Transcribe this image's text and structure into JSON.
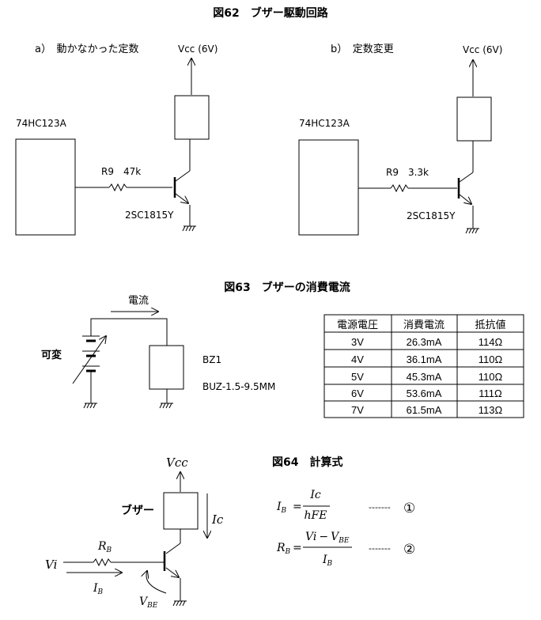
{
  "fig62": {
    "title": "図62　ブザー駆動回路",
    "a": {
      "caption": "a）　動かなかった定数",
      "ic": "74HC123A",
      "r_label": "R9　47k",
      "transistor": "2SC1815Y",
      "vcc": "Vcc (6V)"
    },
    "b": {
      "caption": "b）　定数変更",
      "ic": "74HC123A",
      "r_label": "R9　3.3k",
      "transistor": "2SC1815Y",
      "vcc": "Vcc (6V)"
    }
  },
  "fig63": {
    "title": "図63　ブザーの消費電流",
    "current_label": "電流",
    "variable_label": "可変",
    "buzzer_ref": "BZ1",
    "buzzer_part": "BUZ-1.5-9.5MM",
    "table": {
      "headers": [
        "電源電圧",
        "消費電流",
        "抵抗値"
      ],
      "rows": [
        [
          "3V",
          "26.3mA",
          "114Ω"
        ],
        [
          "4V",
          "36.1mA",
          "110Ω"
        ],
        [
          "5V",
          "45.3mA",
          "110Ω"
        ],
        [
          "6V",
          "53.6mA",
          "111Ω"
        ],
        [
          "7V",
          "61.5mA",
          "113Ω"
        ]
      ]
    }
  },
  "fig64": {
    "title": "図64　計算式",
    "vcc": "Vcc",
    "buzzer_label": "ブザー",
    "ic": "Ic",
    "vi": "Vi",
    "rb": "R",
    "rb_sub": "B",
    "ib": "I",
    "ib_sub": "B",
    "vbe": "V",
    "vbe_sub": "BE",
    "eq1": {
      "lhs": "I",
      "lhs_sub": "B",
      "eq": "=",
      "num": "Ic",
      "den": "hFE",
      "dashes": "-------",
      "mark": "①"
    },
    "eq2": {
      "lhs": "R",
      "lhs_sub": "B",
      "eq": "=",
      "num_a": "Vi",
      "num_minus": "−",
      "num_b": "V",
      "num_b_sub": "BE",
      "den": "I",
      "den_sub": "B",
      "dashes": "-------",
      "mark": "②"
    }
  }
}
